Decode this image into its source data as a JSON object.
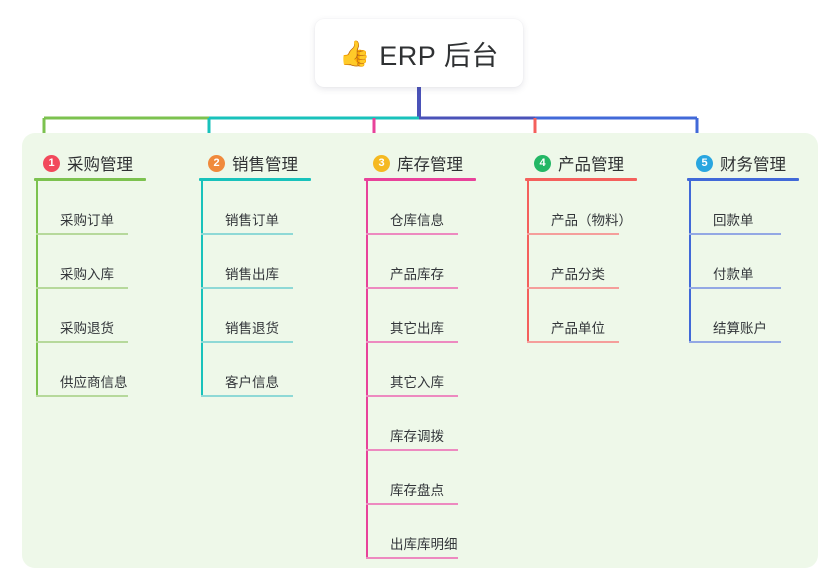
{
  "root": {
    "icon": "thumbs-up-icon",
    "icon_glyph": "👍",
    "title": "ERP 后台"
  },
  "panel": {
    "background": "#eef8e9"
  },
  "connector": {
    "root_stem_color": "#4a52b8",
    "rail_color": "#4a52b8"
  },
  "columns": [
    {
      "index": "1",
      "title": "采购管理",
      "badge_color": "#f2495c",
      "accent": "#7cc24f",
      "accent_light": "#b6d99b",
      "children": [
        "采购订单",
        "采购入库",
        "采购退货",
        "供应商信息"
      ]
    },
    {
      "index": "2",
      "title": "销售管理",
      "badge_color": "#f08a3c",
      "accent": "#18c2bb",
      "accent_light": "#8ed9d6",
      "children": [
        "销售订单",
        "销售出库",
        "销售退货",
        "客户信息"
      ]
    },
    {
      "index": "3",
      "title": "库存管理",
      "badge_color": "#f5b921",
      "accent": "#e8429a",
      "accent_light": "#ed8ac0",
      "children": [
        "仓库信息",
        "产品库存",
        "其它出库",
        "其它入库",
        "库存调拨",
        "库存盘点",
        "出库库明细"
      ]
    },
    {
      "index": "4",
      "title": "产品管理",
      "badge_color": "#23b765",
      "accent": "#f4605c",
      "accent_light": "#f59e9b",
      "children": [
        "产品（物料）",
        "产品分类",
        "产品单位"
      ]
    },
    {
      "index": "5",
      "title": "财务管理",
      "badge_color": "#29a6e0",
      "accent": "#4169d8",
      "accent_light": "#93a8e4",
      "children": [
        "回款单",
        "付款单",
        "结算账户"
      ]
    }
  ]
}
